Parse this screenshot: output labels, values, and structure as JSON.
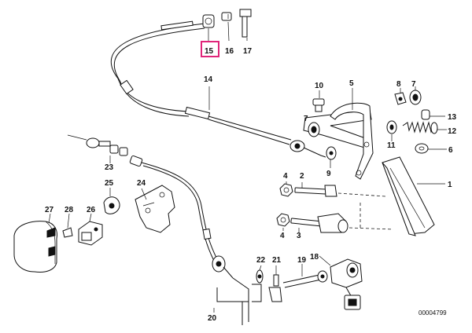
{
  "labels": {
    "p1": "1",
    "p2": "2",
    "p3": "3",
    "p4a": "4",
    "p4b": "4",
    "p5": "5",
    "p6": "6",
    "p7a": "7",
    "p7b": "7",
    "p8": "8",
    "p9": "9",
    "p10": "10",
    "p11": "11",
    "p12": "12",
    "p13": "13",
    "p14": "14",
    "p15": "15",
    "p16": "16",
    "p17": "17",
    "p18": "18",
    "p19": "19",
    "p20": "20",
    "p21": "21",
    "p22": "22",
    "p23": "23",
    "p24": "24",
    "p25": "25",
    "p26": "26",
    "p27": "27",
    "p28": "28"
  },
  "highlight_color": "#e0267a",
  "doc_number": "00004799"
}
